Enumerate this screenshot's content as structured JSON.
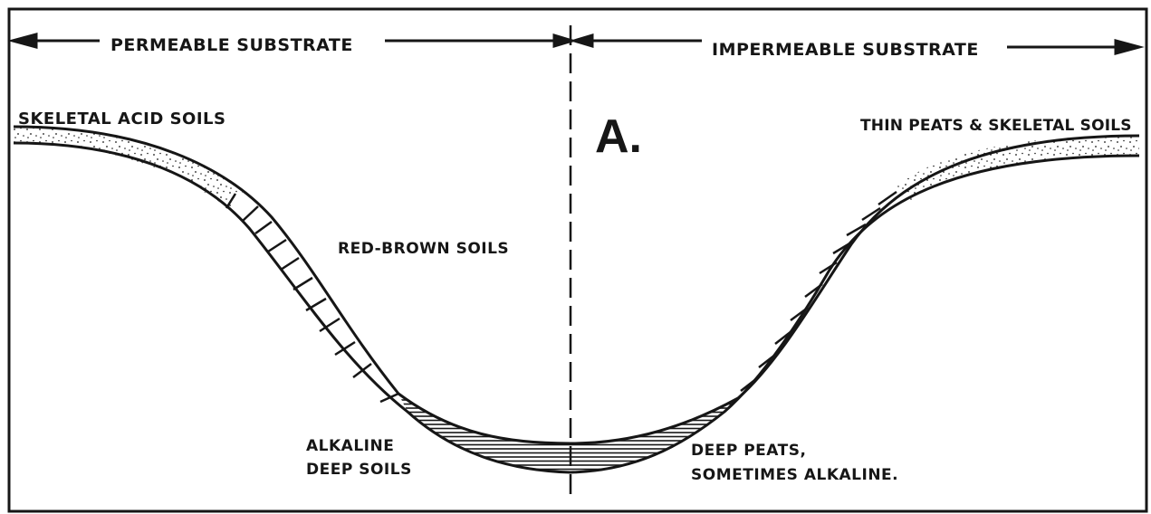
{
  "header": {
    "left_label": "PERMEABLE SUBSTRATE",
    "right_label": "IMPERMEABLE SUBSTRATE"
  },
  "panel_letter": "A.",
  "labels": {
    "skeletal_acid": "SKELETAL ACID SOILS",
    "thin_peats": "THIN PEATS & SKELETAL SOILS",
    "red_brown": "RED-BROWN SOILS",
    "alkaline_line1": "ALKALINE",
    "alkaline_line2": "DEEP SOILS",
    "deep_peats_line1": "DEEP PEATS,",
    "deep_peats_line2": "SOMETIMES ALKALINE."
  },
  "colors": {
    "ink": "#161616",
    "paper": "#ffffff"
  }
}
